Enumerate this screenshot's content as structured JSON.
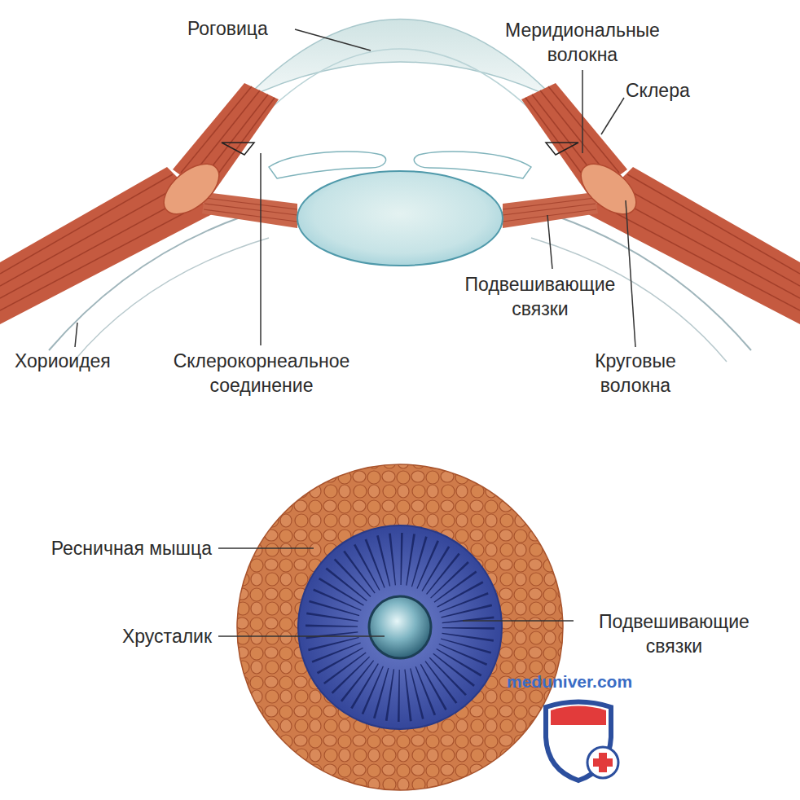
{
  "diagram": {
    "labels": [
      "Роговица",
      "Меридиональные волокна",
      "Склера",
      "Подвешивающие связки",
      "Хориоидея",
      "Склерокорнеальное соединение",
      "Круговые волокна",
      "Ресничная мышца",
      "Хрусталик",
      "Подвешивающие связки",
      "meduniver.com"
    ]
  }
}
